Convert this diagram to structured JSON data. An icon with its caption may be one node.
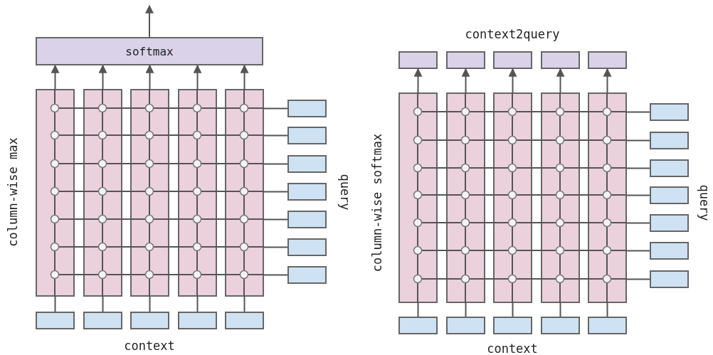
{
  "diagram": {
    "nodes": [
      {
        "text": [
          "softmax"
        ]
      },
      {
        "text": [],
        "shape": "bar"
      },
      {
        "text": [],
        "shape": "bar"
      },
      {
        "text": [],
        "shape": "bar"
      },
      {
        "text": [],
        "shape": "bar"
      },
      {
        "text": [],
        "shape": "bar"
      },
      {
        "text": [],
        "shape": "box"
      },
      {
        "text": [],
        "shape": "box"
      },
      {
        "text": [],
        "shape": "box"
      },
      {
        "text": [],
        "shape": "box"
      },
      {
        "text": [],
        "shape": "box"
      },
      {
        "text": [],
        "shape": "box"
      },
      {
        "text": [],
        "shape": "box"
      },
      {
        "text": [],
        "shape": "box"
      },
      {
        "text": [],
        "shape": "box"
      },
      {
        "text": [],
        "shape": "box"
      },
      {
        "text": [],
        "shape": "box"
      },
      {
        "text": [],
        "shape": "box"
      },
      {
        "text": [],
        "shape": "box"
      },
      {
        "text": [],
        "shape": "box"
      },
      {
        "text": [],
        "shape": "box"
      },
      {
        "text": [],
        "shape": "box"
      },
      {
        "text": [],
        "shape": "box"
      },
      {
        "text": [],
        "shape": "bar"
      },
      {
        "text": [],
        "shape": "bar"
      },
      {
        "text": [],
        "shape": "bar"
      },
      {
        "text": [],
        "shape": "bar"
      },
      {
        "text": [],
        "shape": "bar"
      },
      {
        "text": [],
        "shape": "box"
      },
      {
        "text": [],
        "shape": "box"
      },
      {
        "text": [],
        "shape": "box"
      },
      {
        "text": [],
        "shape": "box"
      },
      {
        "text": [],
        "shape": "box"
      },
      {
        "text": [],
        "shape": "box"
      },
      {
        "text": [],
        "shape": "box"
      },
      {
        "text": [],
        "shape": "box"
      },
      {
        "text": [],
        "shape": "box"
      },
      {
        "text": [],
        "shape": "box"
      },
      {
        "text": [],
        "shape": "box"
      },
      {
        "text": [],
        "shape": "box"
      }
    ],
    "edges": [
      {
        "from": 0,
        "to": null,
        "arrow": "to"
      },
      {
        "from": 1,
        "to": 0,
        "arrow": "to"
      },
      {
        "from": 2,
        "to": 0,
        "arrow": "to"
      },
      {
        "from": 3,
        "to": 0,
        "arrow": "to"
      },
      {
        "from": 4,
        "to": 0,
        "arrow": "to"
      },
      {
        "from": 5,
        "to": 0,
        "arrow": "to"
      },
      {
        "from": 13,
        "to": 1,
        "arrow": "none"
      },
      {
        "from": 14,
        "to": 2,
        "arrow": "none"
      },
      {
        "from": 15,
        "to": 3,
        "arrow": "none"
      },
      {
        "from": 16,
        "to": 4,
        "arrow": "none"
      },
      {
        "from": 17,
        "to": 5,
        "arrow": "none"
      },
      {
        "from": 6,
        "to": 5,
        "arrow": "none"
      },
      {
        "from": 7,
        "to": 5,
        "arrow": "none"
      },
      {
        "from": 8,
        "to": 5,
        "arrow": "none"
      },
      {
        "from": 9,
        "to": 5,
        "arrow": "none"
      },
      {
        "from": 10,
        "to": 5,
        "arrow": "none"
      },
      {
        "from": 11,
        "to": 5,
        "arrow": "none"
      },
      {
        "from": 12,
        "to": 5,
        "arrow": "none"
      },
      {
        "from": 23,
        "to": 18,
        "arrow": "to"
      },
      {
        "from": 24,
        "to": 19,
        "arrow": "to"
      },
      {
        "from": 25,
        "to": 20,
        "arrow": "to"
      },
      {
        "from": 26,
        "to": 21,
        "arrow": "to"
      },
      {
        "from": 27,
        "to": 22,
        "arrow": "to"
      },
      {
        "from": 35,
        "to": 23,
        "arrow": "none"
      },
      {
        "from": 36,
        "to": 24,
        "arrow": "none"
      },
      {
        "from": 37,
        "to": 25,
        "arrow": "none"
      },
      {
        "from": 38,
        "to": 26,
        "arrow": "none"
      },
      {
        "from": 39,
        "to": 27,
        "arrow": "none"
      },
      {
        "from": 28,
        "to": 27,
        "arrow": "none"
      },
      {
        "from": 29,
        "to": 27,
        "arrow": "none"
      },
      {
        "from": 30,
        "to": 27,
        "arrow": "none"
      },
      {
        "from": 31,
        "to": 27,
        "arrow": "none"
      },
      {
        "from": 32,
        "to": 27,
        "arrow": "none"
      },
      {
        "from": 33,
        "to": 27,
        "arrow": "none"
      },
      {
        "from": 34,
        "to": 27,
        "arrow": "none"
      }
    ],
    "labels": [
      "column-wise max",
      "query",
      "context",
      "context2query",
      "column-wise softmax",
      "query",
      "context"
    ]
  }
}
